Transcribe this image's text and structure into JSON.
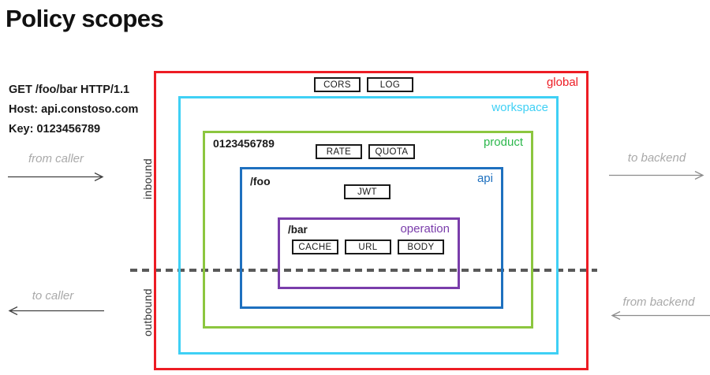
{
  "title": "Policy scopes",
  "request": {
    "line1": "GET /foo/bar HTTP/1.1",
    "line2": "Host: api.constoso.com",
    "line3": "Key: 0123456789"
  },
  "flow": {
    "from_caller": "from caller",
    "to_caller": "to caller",
    "to_backend": "to backend",
    "from_backend": "from backend",
    "inbound": "inbound",
    "outbound": "outbound"
  },
  "divider_color": "#595959",
  "scopes": {
    "global": {
      "label": "global",
      "color": "#ed1c24",
      "policies": [
        "CORS",
        "LOG"
      ]
    },
    "workspace": {
      "label": "workspace",
      "color": "#3fd0f5",
      "policies": []
    },
    "product": {
      "label": "product",
      "color": "#8cc63f",
      "name": "0123456789",
      "policies": [
        "RATE",
        "QUOTA"
      ]
    },
    "api": {
      "label": "api",
      "color": "#1e70bf",
      "name": "/foo",
      "policies": [
        "JWT"
      ]
    },
    "operation": {
      "label": "operation",
      "color": "#7a3dab",
      "name": "/bar",
      "policies": [
        "CACHE",
        "URL",
        "BODY"
      ]
    }
  }
}
